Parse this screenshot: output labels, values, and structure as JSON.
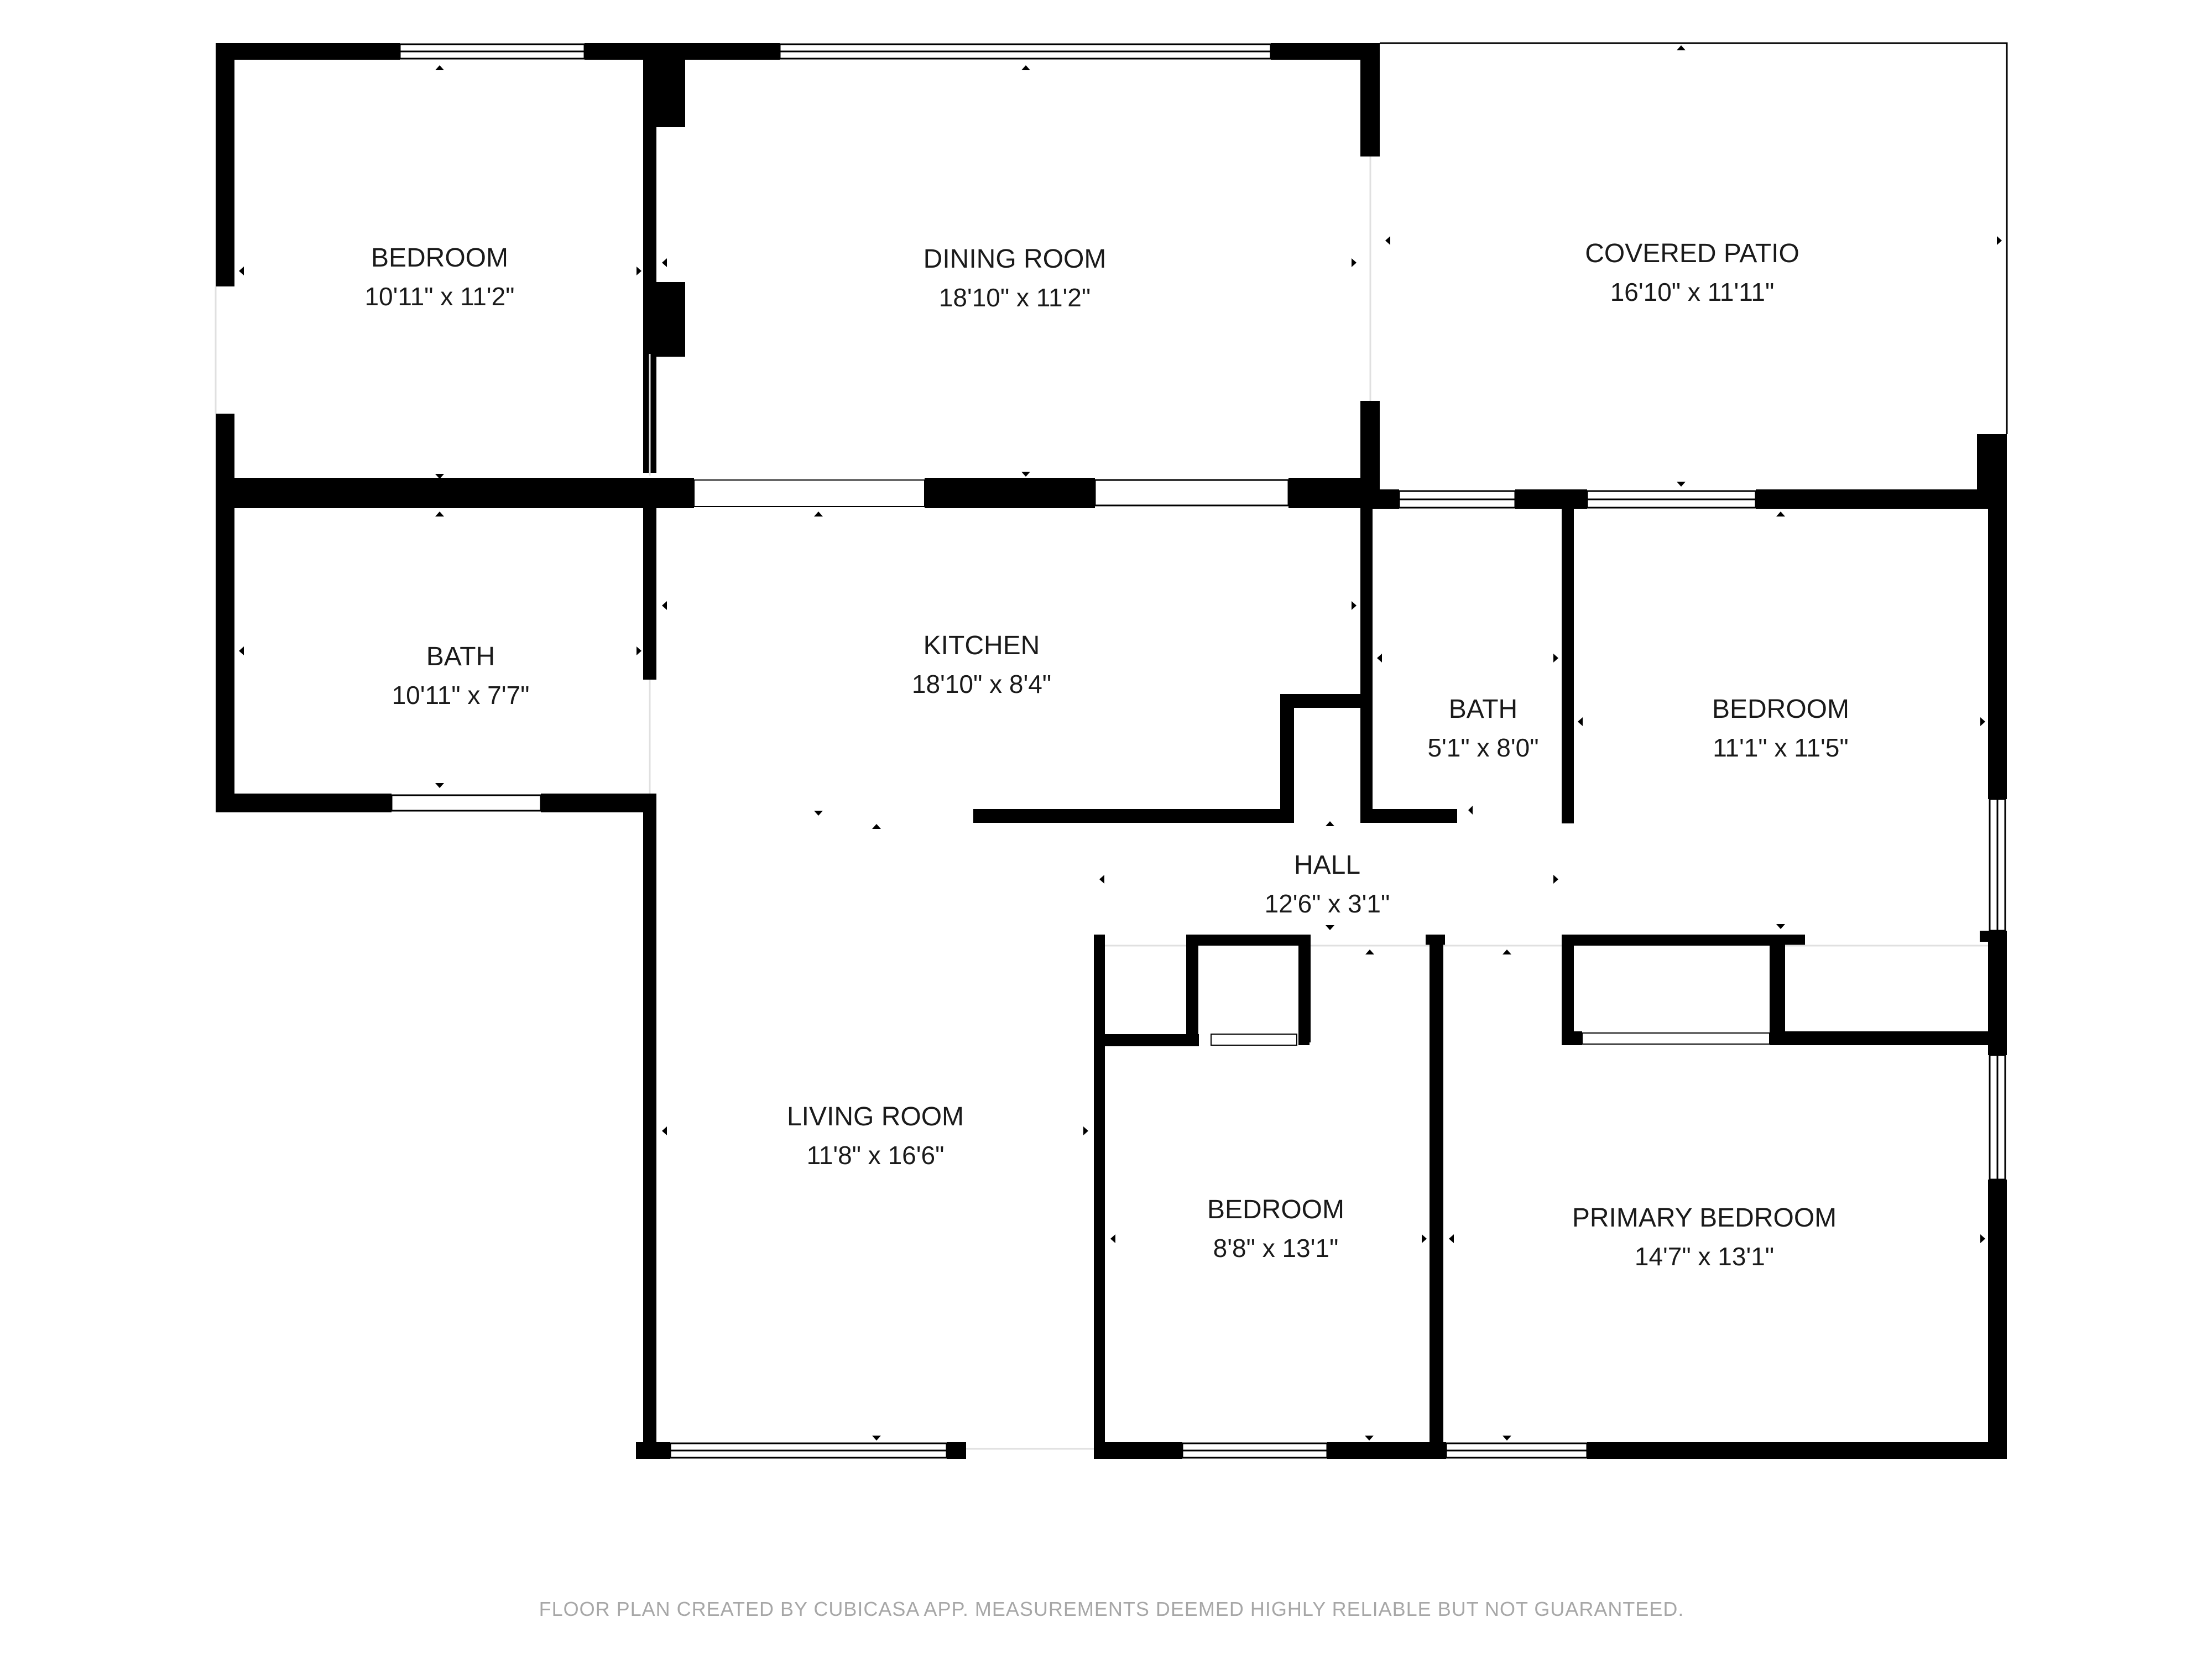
{
  "rooms": {
    "bedroom_nw": {
      "name": "BEDROOM",
      "dims": "10'11\" x 11'2\""
    },
    "dining": {
      "name": "DINING ROOM",
      "dims": "18'10\" x 11'2\""
    },
    "patio": {
      "name": "COVERED PATIO",
      "dims": "16'10\" x 11'11\""
    },
    "bath_w": {
      "name": "BATH",
      "dims": "10'11\" x 7'7\""
    },
    "kitchen": {
      "name": "KITCHEN",
      "dims": "18'10\" x 8'4\""
    },
    "bath_c": {
      "name": "BATH",
      "dims": "5'1\" x 8'0\""
    },
    "bedroom_e": {
      "name": "BEDROOM",
      "dims": "11'1\" x 11'5\""
    },
    "hall": {
      "name": "HALL",
      "dims": "12'6\" x 3'1\""
    },
    "living": {
      "name": "LIVING ROOM",
      "dims": "11'8\" x 16'6\""
    },
    "bedroom_s": {
      "name": "BEDROOM",
      "dims": "8'8\" x 13'1\""
    },
    "primary": {
      "name": "PRIMARY BEDROOM",
      "dims": "14'7\" x 13'1\""
    }
  },
  "footer": "FLOOR PLAN CREATED BY CUBICASA APP. MEASUREMENTS DEEMED HIGHLY RELIABLE BUT NOT GUARANTEED.",
  "colors": {
    "wall": "#000000",
    "background": "#ffffff",
    "text": "#1a1a1a",
    "footer": "#a7a7a7"
  }
}
